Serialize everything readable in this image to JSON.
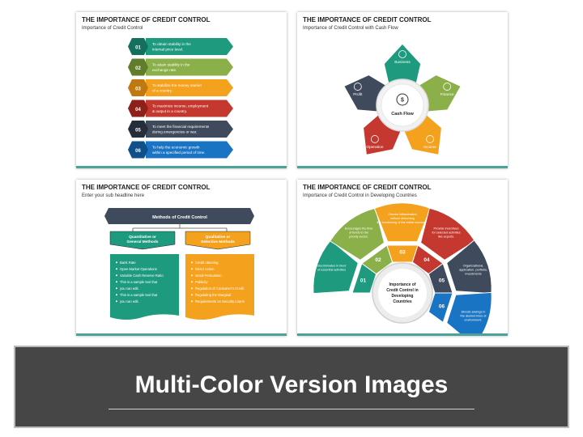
{
  "slide1": {
    "title": "THE IMPORTANCE OF CREDIT CONTROL",
    "subtitle": "Importance of Credit Control",
    "items": [
      {
        "num": "01",
        "l1": "To obtain stability in the",
        "l2": "internal price level.",
        "color": "#1e9b7f",
        "dark": "#14705c"
      },
      {
        "num": "02",
        "l1": "To attain stability in the",
        "l2": "exchange rate.",
        "color": "#8bb04a",
        "dark": "#5f7d2b"
      },
      {
        "num": "03",
        "l1": "To stabilize the money market",
        "l2": "of a country.",
        "color": "#f4a11e",
        "dark": "#c07810"
      },
      {
        "num": "04",
        "l1": "To maximize income, employment",
        "l2": "& output in a country.",
        "color": "#c4382f",
        "dark": "#8d2019"
      },
      {
        "num": "05",
        "l1": "To meet the financial requirements",
        "l2": "during emergencies or war.",
        "color": "#3f4a5c",
        "dark": "#252d3a"
      },
      {
        "num": "06",
        "l1": "To help the economic growth",
        "l2": "within a specified period of time.",
        "color": "#1a74c4",
        "dark": "#0f4f8a"
      }
    ]
  },
  "slide2": {
    "title": "THE IMPORTANCE OF CREDIT CONTROL",
    "subtitle": "Importance of Credit Control with Cash Flow",
    "center": "Cash Flow",
    "points": [
      {
        "label": "Business",
        "color": "#1e9b7f",
        "icon": "briefcase-icon"
      },
      {
        "label": "Finance",
        "color": "#8bb04a",
        "icon": "chart-up-icon"
      },
      {
        "label": "Income",
        "color": "#f4a11e",
        "icon": "bar-chart-icon"
      },
      {
        "label": "Operation",
        "color": "#c4382f",
        "icon": "gear-monitor-icon"
      },
      {
        "label": "Profit",
        "color": "#3f4a5c",
        "icon": "growth-chart-icon"
      }
    ]
  },
  "slide3": {
    "title": "THE IMPORTANCE OF CREDIT CONTROL",
    "subtitle": "Enter your sub headline here",
    "header": "Methods of Credit Control",
    "left": {
      "heading1": "Quantitative or",
      "heading2": "General Methods",
      "color": "#1e9b7f",
      "items": [
        "Bank Rate",
        "Open Market Operations",
        "Variable Cash Reserve Ratio",
        "This is a sample text that",
        "you can edit.",
        "This is a sample text that",
        "you can edit."
      ]
    },
    "right": {
      "heading1": "Qualitative or",
      "heading2": "Selective Methods",
      "color": "#f4a11e",
      "items": [
        "Credit rationing",
        "Direct Action",
        "Moral Persuasion",
        "Publicity",
        "Regulation of Consumer's Credit",
        "Regulating the Marginal",
        "Requirements on Security Loans"
      ]
    }
  },
  "slide4": {
    "title": "THE IMPORTANCE OF CREDIT CONTROL",
    "subtitle": "Importance of Credit Control in Developing Countries",
    "center_l1": "Importance of",
    "center_l2": "Credit Control in",
    "center_l3": "Developing",
    "center_l4": "Countries",
    "petals": [
      {
        "num": "01",
        "color": "#1e9b7f",
        "t1": "Discriminates in favor",
        "t2": "of essential activities",
        "t3": ""
      },
      {
        "num": "02",
        "color": "#8bb04a",
        "t1": "Encourages the flow",
        "t2": "of funds to the",
        "t3": "priority sector."
      },
      {
        "num": "03",
        "color": "#f4a11e",
        "t1": "Checks inflammation",
        "t2": "without disturbing",
        "t3": "the functioning of the entire economy."
      },
      {
        "num": "04",
        "color": "#c4382f",
        "t1": "Provide Incentives",
        "t2": "for selected activities",
        "t3": "like exports."
      },
      {
        "num": "05",
        "color": "#3f4a5c",
        "t1": "Organizational,",
        "t2": "application, portfolio,",
        "t3": "investments"
      },
      {
        "num": "06",
        "color": "#1a74c4",
        "t1": "Directs savings in",
        "t2": "the desired lines of",
        "t3": "environment."
      }
    ]
  },
  "banner": {
    "title": "Multi-Color Version Images"
  }
}
